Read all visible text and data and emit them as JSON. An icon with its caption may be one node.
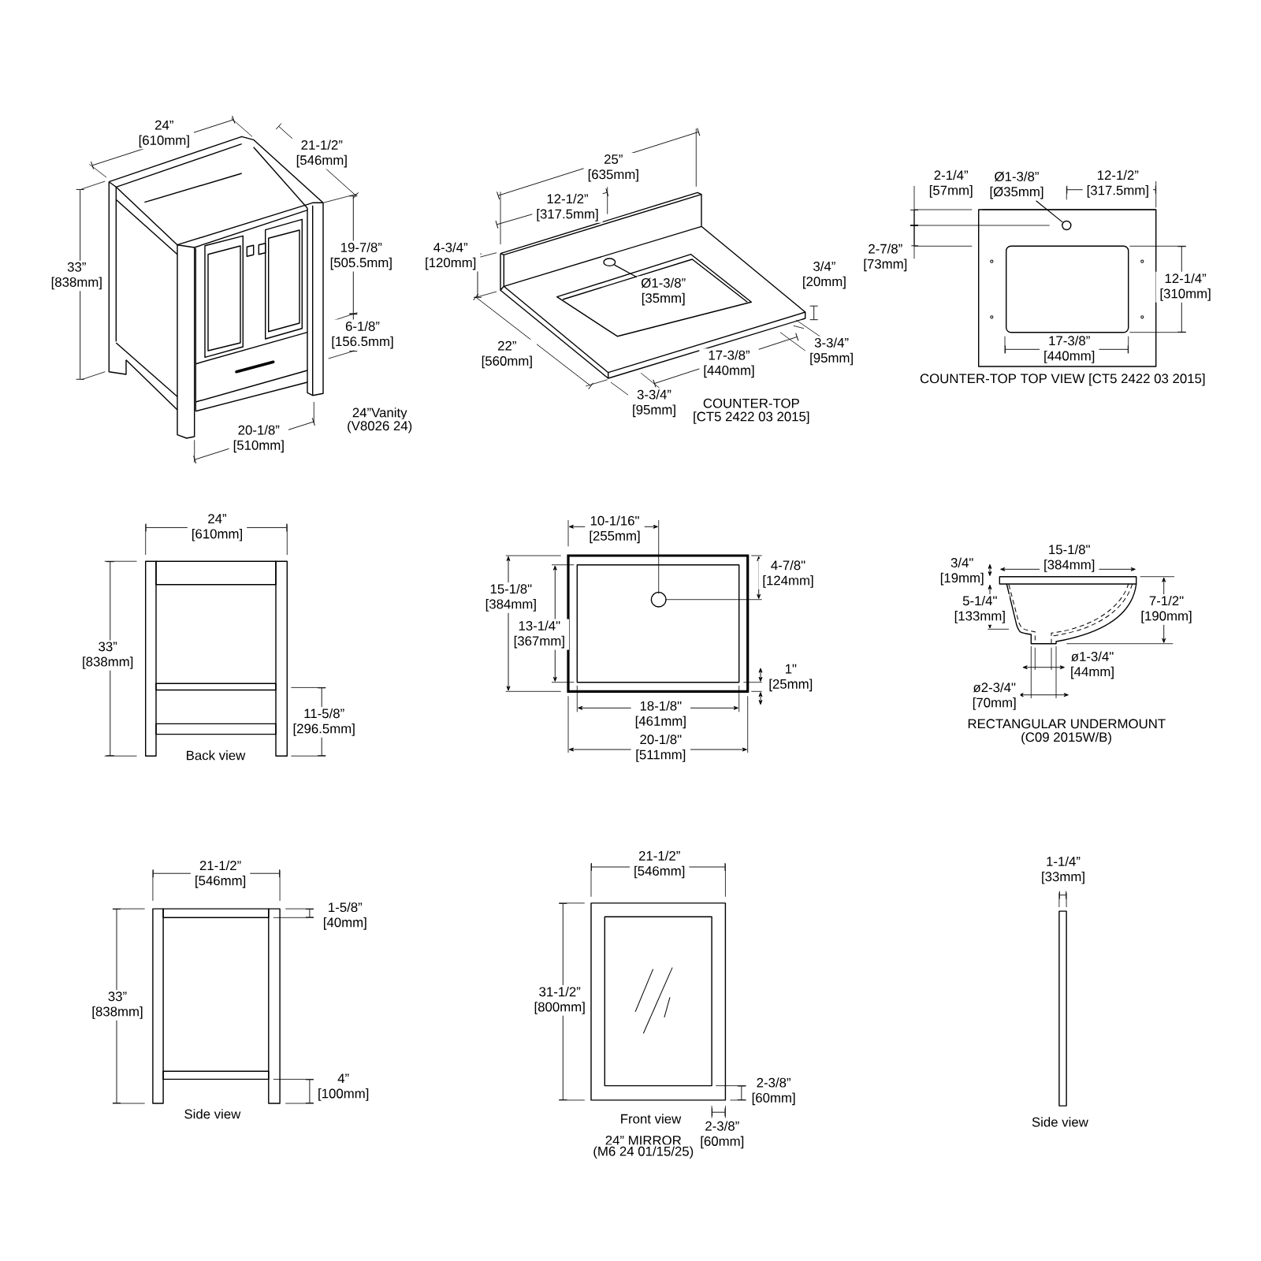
{
  "diagram": {
    "nodes": [
      {
        "text": [
          "Ø1-3/8” [35mm]"
        ]
      },
      {
        "text": [],
        "shape": "circle"
      },
      {
        "text": [
          "Ø1-3/8” [Ø35mm]"
        ]
      },
      {
        "text": [],
        "shape": "circle"
      }
    ],
    "edges": [
      {
        "from": 0,
        "to": 1,
        "arrow": "none"
      },
      {
        "from": 2,
        "to": 3,
        "arrow": "none"
      }
    ],
    "labels": [
      "24” [610mm]",
      "21-1/2” [546mm]",
      "33” [838mm]",
      "19-7/8” [505.5mm]",
      "6-1/8” [156.5mm]",
      "20-1/8” [510mm]",
      "24”Vanity",
      "(V8026 24)",
      "25” [635mm]",
      "12-1/2” [317.5mm]",
      "4-3/4” [120mm]",
      "3/4” [20mm]",
      "22” [560mm]",
      "17-3/8” [440mm]",
      "3-3/4” [95mm]",
      "3-3/4” [95mm]",
      "COUNTER-TOP",
      "[CT5 2422 03 2015]",
      "2-1/4” [57mm]",
      "12-1/2” [317.5mm]",
      "2-7/8” [73mm]",
      "12-1/4” [310mm]",
      "17-3/8” [440mm]",
      "COUNTER-TOP TOP VIEW [CT5 2422 03 2015]",
      "24” [610mm]",
      "33” [838mm]",
      "11-5/8” [296.5mm]",
      "Back view",
      "10-1/16\" [255mm]",
      "15-1/8\" [384mm]",
      "4-7/8\" [124mm]",
      "13-1/4\" [367mm]",
      "1\" [25mm]",
      "18-1/8\" [461mm]",
      "20-1/8\" [511mm]",
      "15-1/8\" [384mm]",
      "3/4\" [19mm]",
      "5-1/4\" [133mm]",
      "7-1/2\" [190mm]",
      "ø1-3/4\" [44mm]",
      "ø2-3/4\" [70mm]",
      "RECTANGULAR UNDERMOUNT",
      "(C09 2015W/B)",
      "21-1/2” [546mm]",
      "1-5/8” [40mm]",
      "33” [838mm]",
      "4” [100mm]",
      "Side view",
      "21-1/2” [546mm]",
      "31-1/2” [800mm]",
      "2-3/8” [60mm]",
      "Front view",
      "2-3/8” [60mm]",
      "24” MIRROR",
      "(M6 24 01/15/25)",
      "1-1/4” [33mm]",
      "Side view"
    ]
  }
}
